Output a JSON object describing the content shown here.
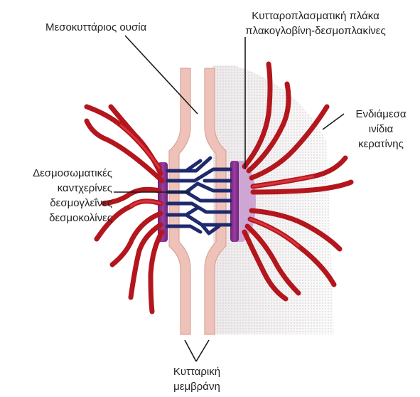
{
  "labels": {
    "extracellular": "Μεσοκυττάριος ουσία",
    "plaque_line1": "Κυτταροπλασματική πλάκα",
    "plaque_line2": "πλακογλοβίνη-δεσμοπλακίνες",
    "filaments_line1": "Ενδιάμεσα",
    "filaments_line2": "ινίδια",
    "filaments_line3": "κερατίνης",
    "cadherins_line1": "Δεσμοσωματικές",
    "cadherins_line2": "καντχερίνες",
    "cadherins_line3": "δεσμογλεΐνες",
    "cadherins_line4": "δεσμοκολίνες",
    "membrane_line1": "Κυτταρική",
    "membrane_line2": "μεμβράνη"
  },
  "colors": {
    "membrane": "#eec2b8",
    "membrane_edge": "#d9a39a",
    "plaque": "#8d2f93",
    "plaque_light": "#c89ad0",
    "filament": "#b3161d",
    "cadherin": "#1f2a6e",
    "haze": "#e6e2e3"
  }
}
